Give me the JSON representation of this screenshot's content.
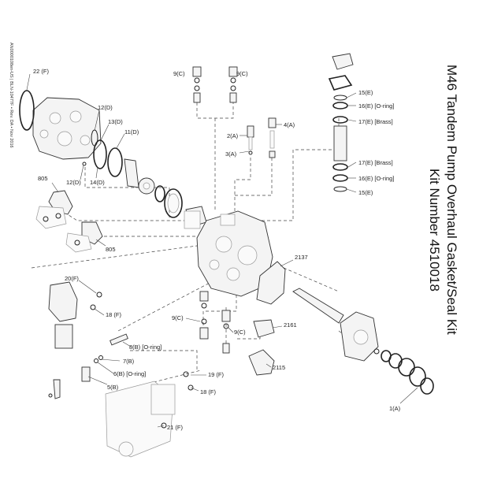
{
  "title": "M46 Tandem Pump Overhaul Gasket/Seal Kit",
  "kit_number": "Kit Number 4510018",
  "side_note": "AN0000108en-US | BLN-10477F • Rev. DA • Nov 2016",
  "callouts": {
    "c22": "22 (F)",
    "c9c_tl": "9(C)",
    "c9c_tr": "9(C)",
    "c12d_a": "12(D)",
    "c13d": "13(D)",
    "c11d": "11(D)",
    "c12d_b": "12(D)",
    "c14d": "14(D)",
    "c2a": "2(A)",
    "c3a": "3(A)",
    "c4a": "4(A)",
    "c15e_t": "15(E)",
    "c16e_t": "16(E) [O-ring]",
    "c17e_t": "17(E) [Brass]",
    "c17e_b": "17(E) [Brass]",
    "c16e_b": "16(E) [O-ring]",
    "c15e_b": "15(E)",
    "c805_t": "805",
    "c805_b": "805",
    "c2137": "2137",
    "c20f": "20(F)",
    "c18f_t": "18 (F)",
    "c9c_bl": "9(C)",
    "c9c_br": "9(C)",
    "c2161": "2161",
    "c8b": "8(B) [O-ring]",
    "c7b": "7(B)",
    "c6b": "6(B) [O-ring]",
    "c5b": "5(B)",
    "c19f": "19 (F)",
    "c18f_b": "18 (F)",
    "c2115": "2115",
    "c21f": "21 (F)",
    "c1a": "1(A)"
  }
}
